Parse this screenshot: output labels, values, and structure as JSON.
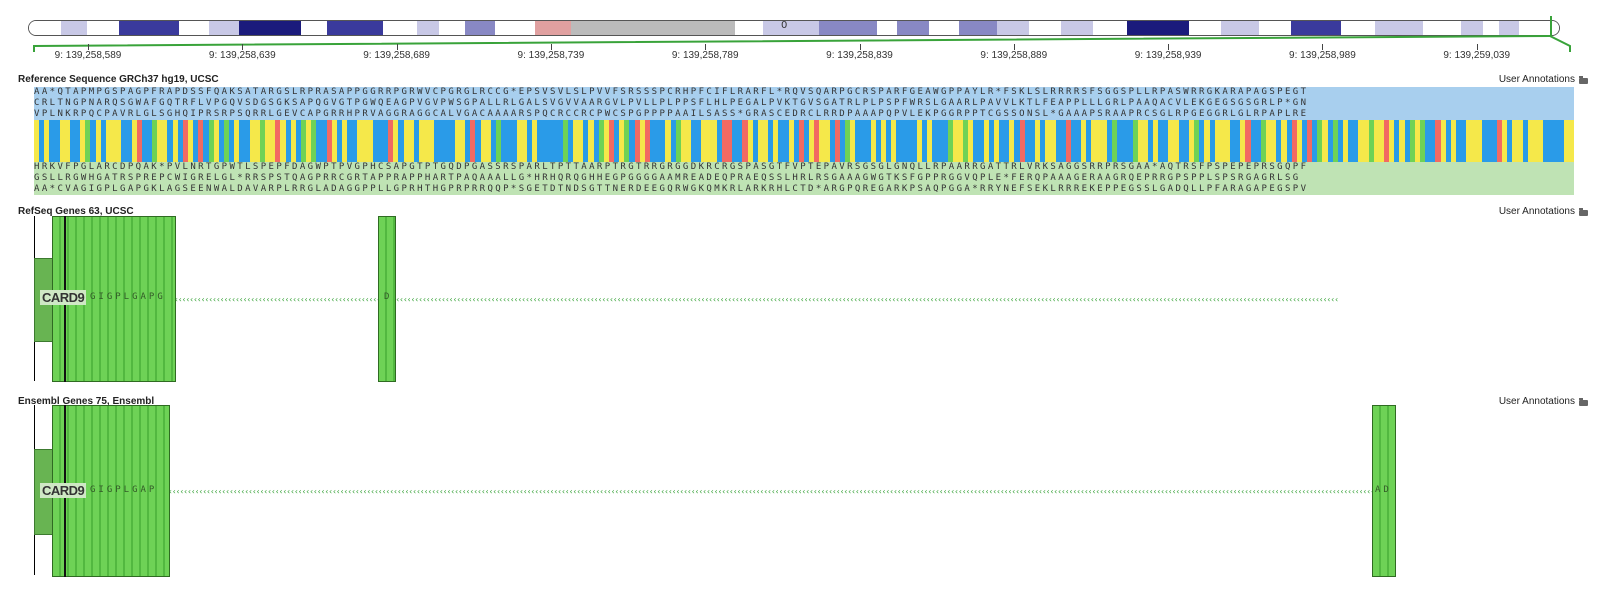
{
  "chromosome": {
    "label": "0",
    "bands": [
      {
        "c": "#ffffff",
        "l": 0,
        "r": 32
      },
      {
        "c": "#c8c8e6",
        "l": 32,
        "r": 58
      },
      {
        "c": "#ffffff",
        "l": 58,
        "r": 90
      },
      {
        "c": "#3a3a9c",
        "l": 90,
        "r": 150
      },
      {
        "c": "#ffffff",
        "l": 150,
        "r": 180
      },
      {
        "c": "#c8c8e6",
        "l": 180,
        "r": 210
      },
      {
        "c": "#1b1b7c",
        "l": 210,
        "r": 272
      },
      {
        "c": "#ffffff",
        "l": 272,
        "r": 298
      },
      {
        "c": "#3a3a9c",
        "l": 298,
        "r": 354
      },
      {
        "c": "#ffffff",
        "l": 354,
        "r": 388
      },
      {
        "c": "#c8c8e6",
        "l": 388,
        "r": 410
      },
      {
        "c": "#ffffff",
        "l": 410,
        "r": 436
      },
      {
        "c": "#8888c4",
        "l": 436,
        "r": 466
      },
      {
        "c": "#ffffff",
        "l": 466,
        "r": 506
      },
      {
        "c": "#e0a0a0",
        "l": 506,
        "r": 542
      },
      {
        "c": "#bbbbbb",
        "l": 542,
        "r": 706
      },
      {
        "c": "#ffffff",
        "l": 706,
        "r": 734
      },
      {
        "c": "#c8c8e6",
        "l": 734,
        "r": 790
      },
      {
        "c": "#8888c4",
        "l": 790,
        "r": 848
      },
      {
        "c": "#ffffff",
        "l": 848,
        "r": 868
      },
      {
        "c": "#8888c4",
        "l": 868,
        "r": 900
      },
      {
        "c": "#ffffff",
        "l": 900,
        "r": 930
      },
      {
        "c": "#8888c4",
        "l": 930,
        "r": 968
      },
      {
        "c": "#c8c8e6",
        "l": 968,
        "r": 1000
      },
      {
        "c": "#ffffff",
        "l": 1000,
        "r": 1032
      },
      {
        "c": "#c8c8e6",
        "l": 1032,
        "r": 1064
      },
      {
        "c": "#ffffff",
        "l": 1064,
        "r": 1098
      },
      {
        "c": "#1b1b7c",
        "l": 1098,
        "r": 1160
      },
      {
        "c": "#ffffff",
        "l": 1160,
        "r": 1192
      },
      {
        "c": "#c8c8e6",
        "l": 1192,
        "r": 1230
      },
      {
        "c": "#ffffff",
        "l": 1230,
        "r": 1262
      },
      {
        "c": "#3a3a9c",
        "l": 1262,
        "r": 1312
      },
      {
        "c": "#ffffff",
        "l": 1312,
        "r": 1346
      },
      {
        "c": "#c8c8e6",
        "l": 1346,
        "r": 1394
      },
      {
        "c": "#ffffff",
        "l": 1394,
        "r": 1432
      },
      {
        "c": "#c8c8e6",
        "l": 1432,
        "r": 1454
      },
      {
        "c": "#ffffff",
        "l": 1454,
        "r": 1470
      },
      {
        "c": "#c8c8e6",
        "l": 1470,
        "r": 1490
      },
      {
        "c": "#ffffff",
        "l": 1490,
        "r": 1530
      }
    ]
  },
  "ruler": {
    "ticks": [
      "9: 139,258,589",
      "9: 139,258,639",
      "9: 139,258,689",
      "9: 139,258,739",
      "9: 139,258,789",
      "9: 139,258,839",
      "9: 139,258,889",
      "9: 139,258,939",
      "9: 139,258,989",
      "9: 139,259,039"
    ]
  },
  "tracks": {
    "reference": {
      "title": "Reference Sequence GRCh37 hg19, UCSC",
      "annotations_label": "User Annotations",
      "fwd_frames": [
        "AA*QTAPMPGSPAGPFRAPDSSFQAKSATARGSLRPRASAPPGGRRPGRWVCPGRGLRCCG*EPSVSVLSLPVVFSRSSSPCRHPFCIFLRARFL*RQVSQARPGCRSPARFGEAWGPPAYLR*FSKLSLRRRRSFSGGSPLLRPASWRRGKARAPAGSPEGT",
        "CRLTNGPNARQSGWAFGQTRFLVPGQVSDGSGKSAPQGVGTPGWQEAGPVGVPWSGPALLRLGALSVGVVAARGVLPVLLPLPPSFLHLPEGALPVKTGVSGATRLPLPSPFWRSLGAARLPAVVLKTLFEAPPLLLGRLPAAQACVLEKGEGSGSGRLP*GN",
        "VPLNKRPQCPAVRLGLSGHQIPRSRPSQRRLGEVCAPGRRHPRVAGGRAGGCALVGACAAAARSPQCRCCRCPWCSPGPPPPAAILSASS*GRASCEDRCLRRDPAAAPQPVLEKPGGRPPTCGSSONSL*GAAAPSRAAPRCSGLRPGEGGRLGLRPAPLRE"
      ],
      "rev_frames": [
        "HRKVFPGLARCDPQAK*PVLNRTGPWTLSPEPFDAGWPTPVGPHCSAPGTPTGQDPGASSRSPARLTPTTAARPTRGTRRGRGGDKRCRGSPASGTFVPTEPAVRSGSGLGNQLLRPAARRGATTRLVRKSAGGSRRPRSGAA*AQTRSFPSPEPEPRSGQPF",
        "GSLLRGWHGATRSPREPCWIGRELGL*RRSPSTQAGPRRCGRTAPPRAPPHARTPAQAAALLG*HRHQRQGHHEGPGGGGAAMREADEQPRAEQSSLHRLRSGAAAGWGTKSFGPPRGGVQPLE*FERQPAAAGERAAGRQEPRRGPSPPLSPSRGAGRLSG",
        "AA*CVAGIGPLGAPGKLAGSEENWALDAVARPLRRGLADAGGPPLLGPRHTHGPRPRRQQP*SGETDTNDSGTTNERDEEGQRWGKQMKRLARKRHLCTD*ARGPQREGARKPSAQPGGA*RRYNEFSEKLRRREKEPPEGSSLGADQLLPFARAGAPEGSPV"
      ]
    },
    "refseq": {
      "title": "RefSeq Genes 63, UCSC",
      "annotations_label": "User Annotations",
      "gene_name": "CARD9",
      "exon1_aa": "GIGPLGAPG",
      "exon2_aa": "D"
    },
    "ensembl": {
      "title": "Ensembl Genes 75, Ensembl",
      "annotations_label": "User Annotations",
      "gene_name": "CARD9",
      "exon1_aa": "GIGPLGAP",
      "exon2_aa": "AD"
    }
  },
  "colors": {
    "A": "#6ed256",
    "C": "#2a9be8",
    "G": "#f5e84a",
    "T": "#f26a62",
    "track_green": "#39a33a"
  }
}
